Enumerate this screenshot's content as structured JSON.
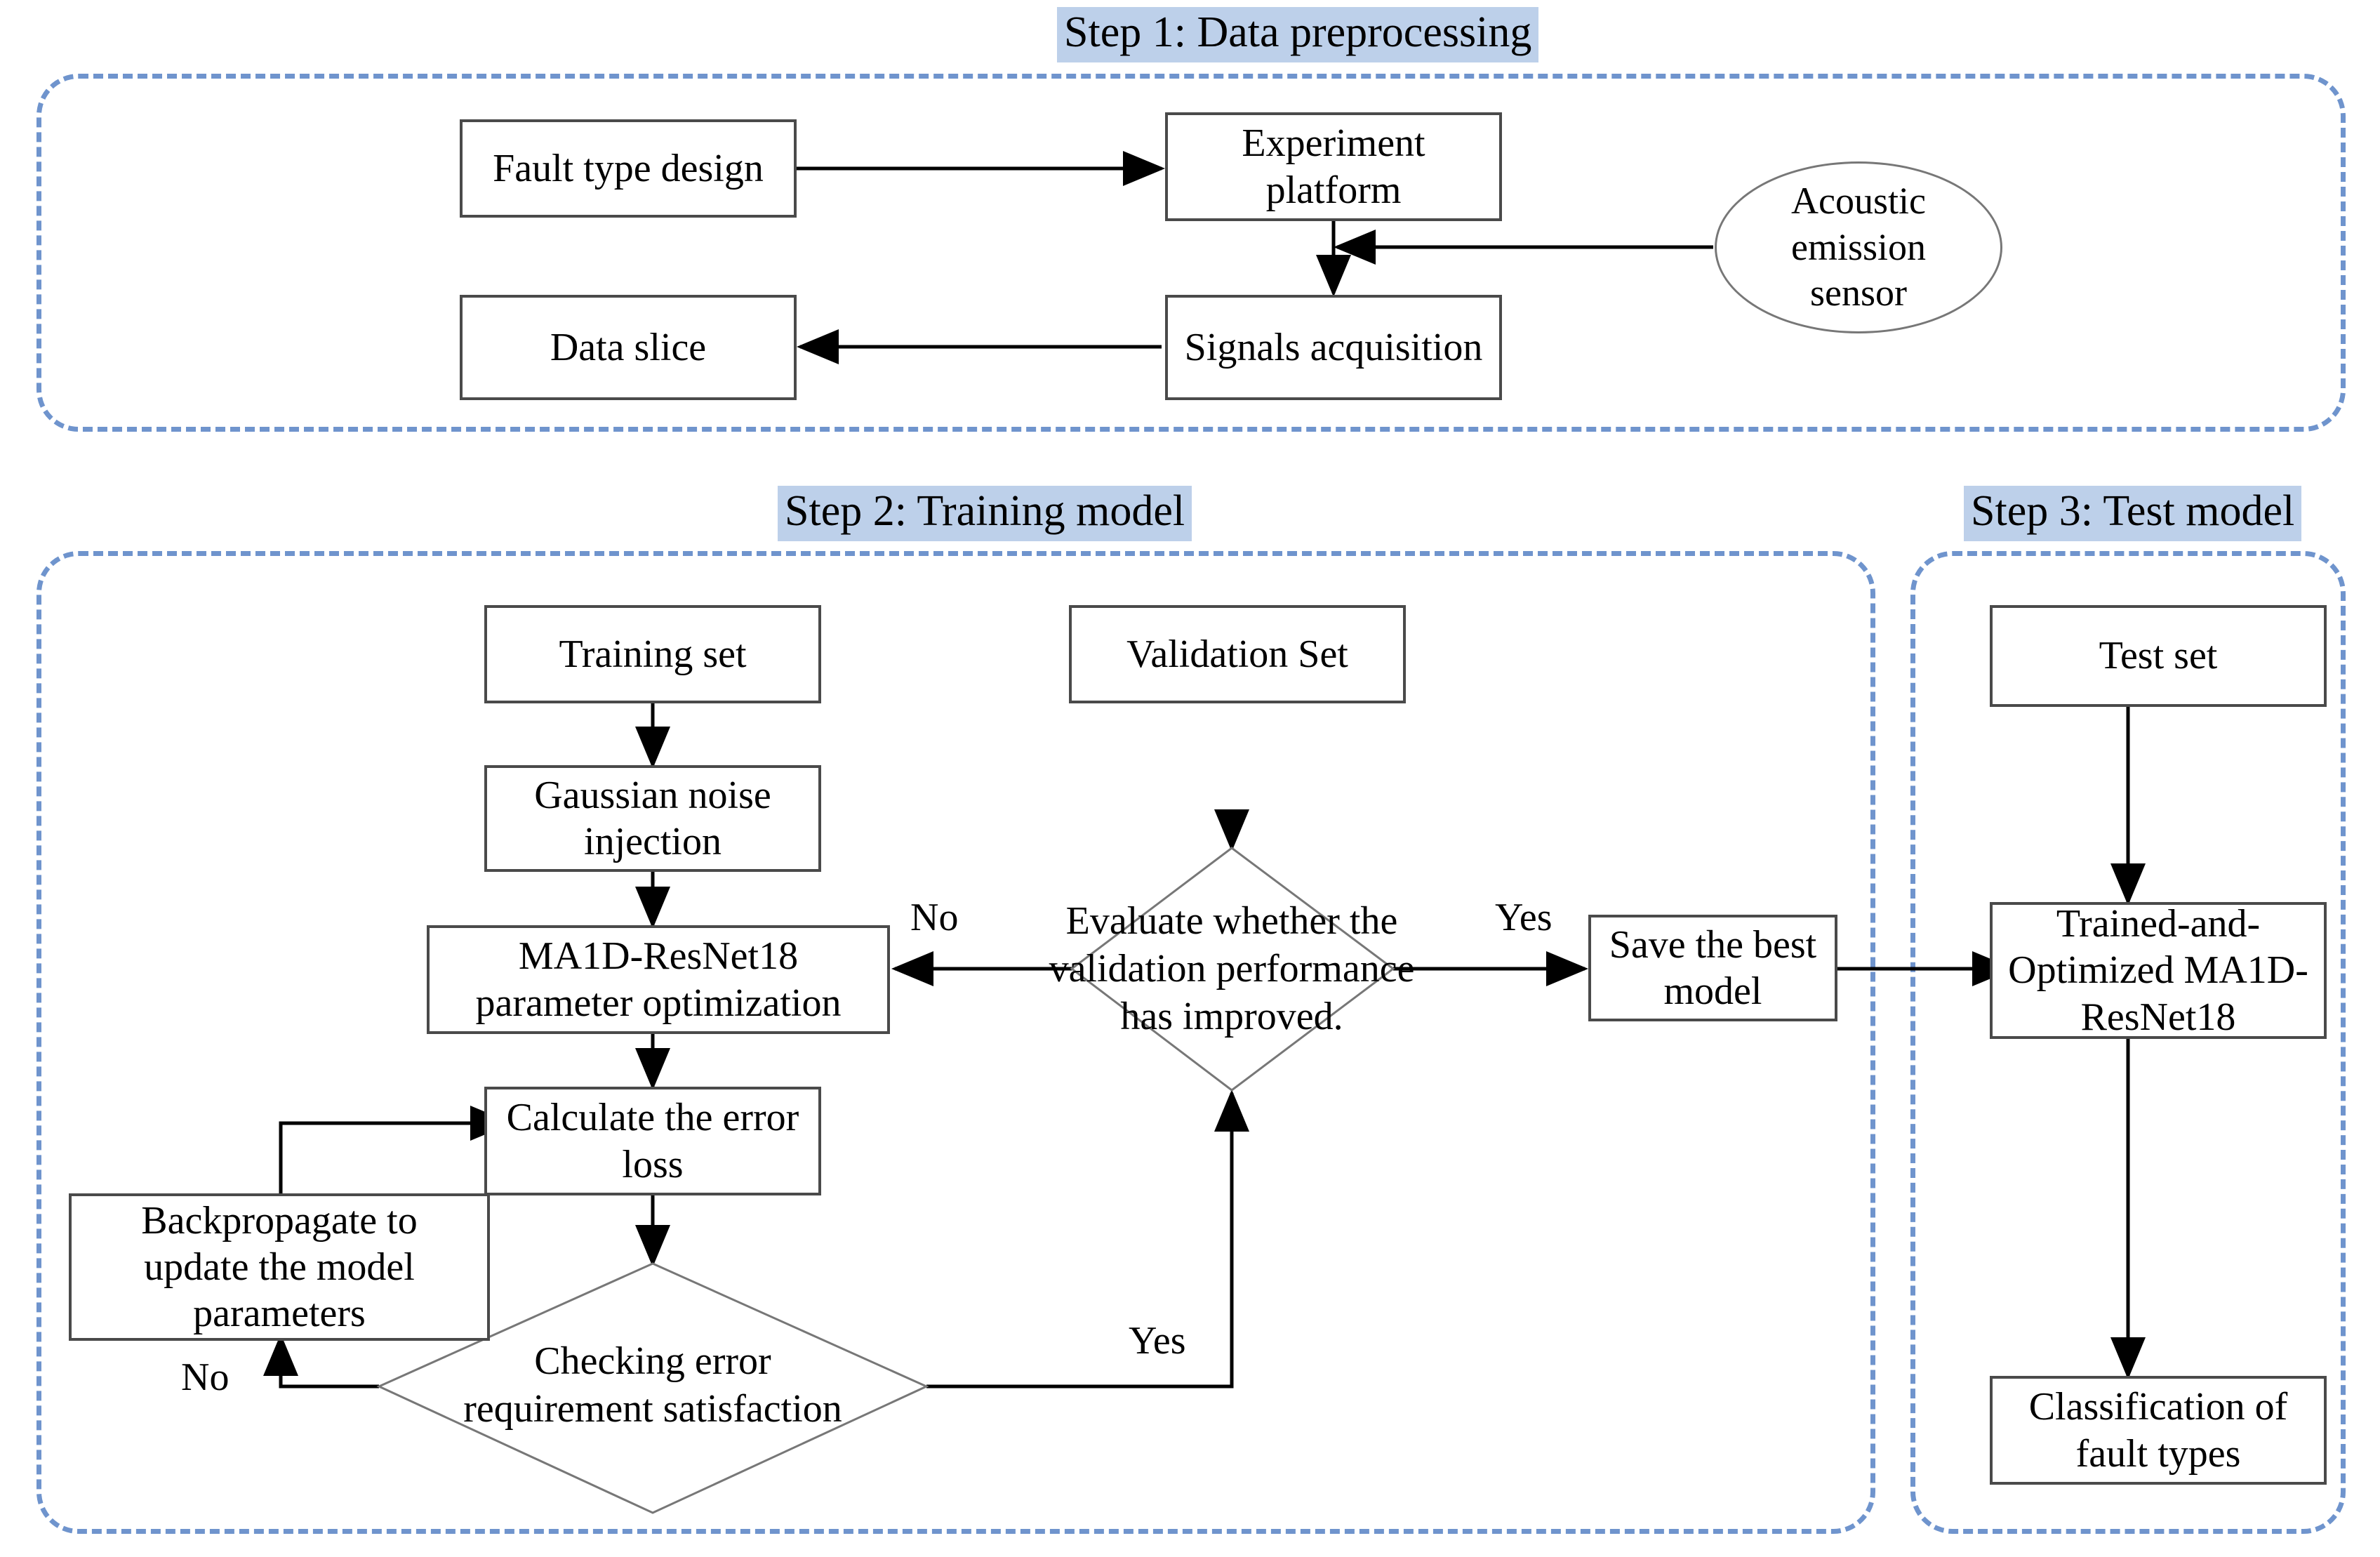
{
  "colors": {
    "panel_border": "#6f94cd",
    "step_label_bg": "#bdd0ea",
    "box_border": "#4a4a4a",
    "thin_border": "#777777",
    "arrow": "#000000",
    "background": "#ffffff"
  },
  "steps": {
    "step1": {
      "label": "Step 1: Data preprocessing"
    },
    "step2": {
      "label": "Step 2: Training model"
    },
    "step3": {
      "label": "Step 3: Test model"
    }
  },
  "nodes": {
    "fault_type_design": "Fault type design",
    "experiment_platform": "Experiment\nplatform",
    "acoustic_emission_sensor": "Acoustic\nemission\nsensor",
    "signals_acquisition": "Signals acquisition",
    "data_slice": "Data slice",
    "training_set": "Training set",
    "gaussian_noise_injection": "Gaussian noise\ninjection",
    "ma1d_resnet18_param_opt": "MA1D-ResNet18\nparameter optimization",
    "calculate_error_loss": "Calculate the error\nloss",
    "backpropagate_update": "Backpropagate to\nupdate the model\nparameters",
    "checking_error_requirement": "Checking error\nrequirement satisfaction",
    "validation_set": "Validation Set",
    "evaluate_validation": "Evaluate whether the\nvalidation performance\nhas improved.",
    "save_best_model": "Save the best\nmodel",
    "test_set": "Test set",
    "trained_optimized_model": "Trained-and-\nOptimized MA1D-\nResNet18",
    "classification_fault_types": "Classification of\nfault types"
  },
  "edge_labels": {
    "evaluate_no": "No",
    "evaluate_yes": "Yes",
    "checking_no": "No",
    "checking_yes": "Yes"
  }
}
